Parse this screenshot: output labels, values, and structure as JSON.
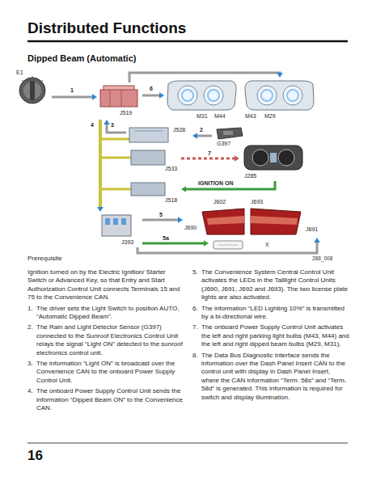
{
  "diagram": {
    "title": "Distributed Functions",
    "nodes": [
      {
        "text": [
          "E1"
        ]
      },
      {
        "text": [
          "J519"
        ]
      },
      {
        "text": [
          "M31",
          "M44"
        ]
      },
      {
        "text": [
          "M43",
          "M29"
        ]
      },
      {
        "text": [
          "J528"
        ]
      },
      {
        "text": [
          "G397"
        ]
      },
      {
        "text": [
          "J533"
        ]
      },
      {
        "text": [
          "J285"
        ]
      },
      {
        "text": [
          "J518"
        ]
      },
      {
        "text": [
          "J602",
          "J690"
        ]
      },
      {
        "text": [
          "J693",
          "J691"
        ]
      },
      {
        "text": [
          "J393"
        ]
      },
      {
        "text": [
          "X"
        ]
      }
    ],
    "edges": [
      {
        "from": 0,
        "to": 1,
        "label": "1",
        "arrow": "to"
      },
      {
        "from": 1,
        "to": 2,
        "label": "6",
        "arrow": "to"
      },
      {
        "from": 1,
        "to": 3,
        "arrow": "to"
      },
      {
        "from": 4,
        "to": 1,
        "label": "3",
        "arrow": "to"
      },
      {
        "from": 5,
        "to": 4,
        "label": "2",
        "arrow": "to"
      },
      {
        "from": 6,
        "to": 7,
        "label": "7",
        "arrow": "to"
      },
      {
        "from": 7,
        "to": 8,
        "label": "IGNITION ON",
        "arrow": "to"
      },
      {
        "from": 1,
        "to": 11,
        "label": "4",
        "arrow": "to"
      },
      {
        "from": 11,
        "to": 9,
        "label": "5",
        "arrow": "to"
      },
      {
        "from": 11,
        "to": 10,
        "arrow": "to"
      },
      {
        "from": 11,
        "to": 12,
        "label": "5a",
        "arrow": "to"
      }
    ],
    "labels": [
      "Dipped Beam (Automatic)",
      "Prerequisite",
      "288_008",
      "Ignition turned on by the Electric Ignition/ Starter Switch or Advanced Key, so that Entry and Start Authorization Control Unit connects Terminals 15 and 75 to the Convenience CAN.",
      "1.",
      "The driver sets the Light Switch to position AUTO, “Automatic Dipped Beam”.",
      "2.",
      "The Rain and Light Detector Sensor (G397) connected to the Sunroof Electronics Control Unit relays the signal “Light ON” detected to the sunroof electronics control unit.",
      "3.",
      "The information “Light ON” is broadcast over the Convenience CAN to the onboard Power Supply Control Unit.",
      "4.",
      "The onboard Power Supply Control Unit sends the information “Dipped Beam ON” to the Convenience CAN.",
      "5.",
      "The Convenience System Central Control Unit activates the LEDs in the Taillight Control Units (J690, J691, J692 and J693). The two license plate lights are also activated.",
      "6.",
      "The information “LED Lighting 10%” is transmitted by a bi-directional wire.",
      "7.",
      "The onboard Power Supply Control Unit activates the left and right parking light bulbs (M43, M44) and the left and right dipped beam bulbs (M29, M31).",
      "8.",
      "The Data Bus Diagnostic Interface sends the information over the Dash Panel Insert CAN to the control unit with display in Dash Panel Insert, where the CAN information “Term. 58s” and “Term. 58d” is generated. This information is required for switch and display illumination.",
      "16"
    ]
  }
}
